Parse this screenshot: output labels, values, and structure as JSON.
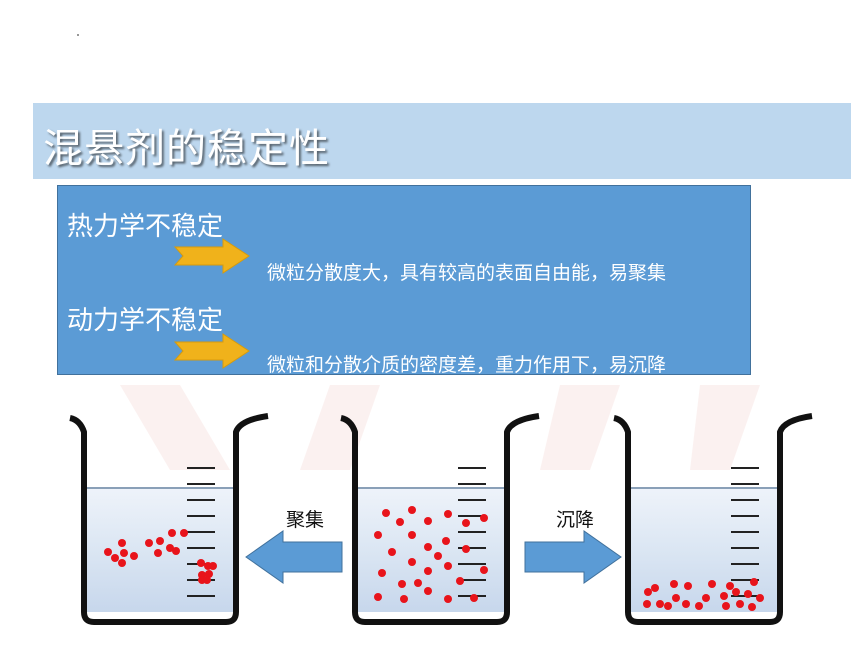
{
  "title": "混悬剂的稳定性",
  "sections": [
    {
      "heading": "热力学不稳定",
      "description": "微粒分散度大，具有较高的表面自由能，易聚集"
    },
    {
      "heading": "动力学不稳定",
      "description": "微粒和分散介质的密度差，重力作用下，易沉降"
    }
  ],
  "diagram": {
    "left_label": "聚集",
    "right_label": "沉降"
  },
  "colors": {
    "title_bar": "#bdd7ee",
    "box": "#5b9bd5",
    "arrow_gold": "#f0b21b",
    "arrow_blue": "#5b9bd5",
    "particle": "#e8141b"
  }
}
